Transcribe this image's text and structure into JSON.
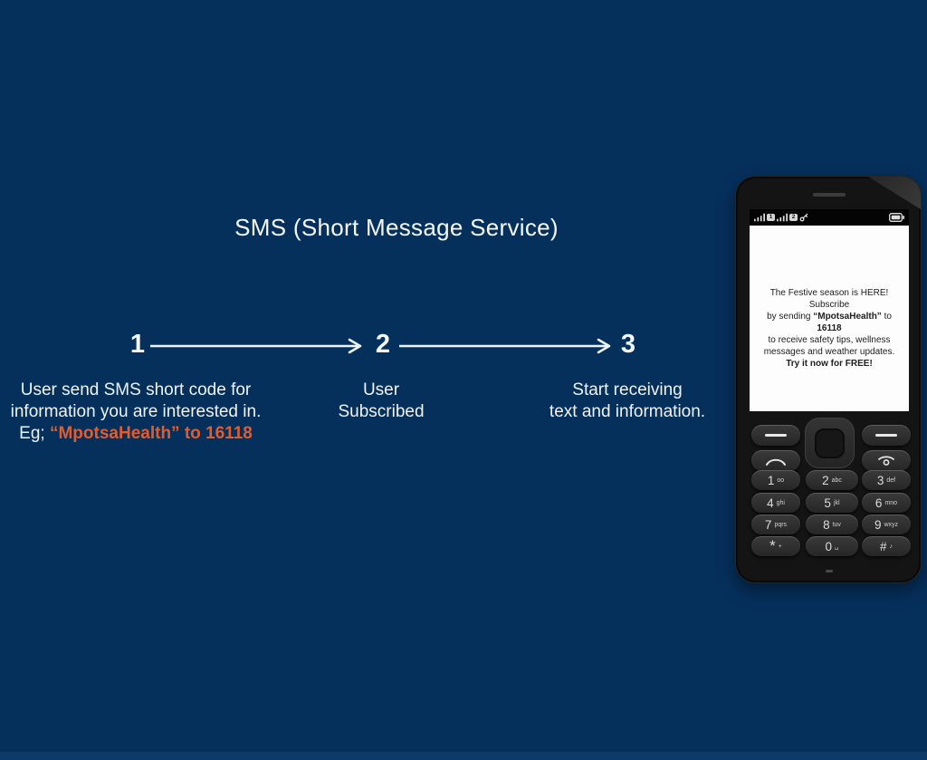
{
  "colors": {
    "background": "#06305c",
    "bottom_band": "#0c3a69",
    "accent_orange": "#e55c2c",
    "text_white": "#f2f6f9"
  },
  "title": "SMS (Short Message Service)",
  "steps": [
    {
      "number": "1",
      "lines": [
        "User send SMS short code for",
        "information you are interested in."
      ],
      "example_prefix": "Eg; ",
      "example": "“MpotsaHealth” to 16118"
    },
    {
      "number": "2",
      "lines": [
        "User",
        "Subscribed"
      ]
    },
    {
      "number": "3",
      "lines": [
        "Start receiving",
        "text and information."
      ]
    }
  ],
  "phone": {
    "statusbar": {
      "sim1": "1",
      "sim2": "2"
    },
    "screen_message": {
      "l1": "The Festive season is HERE! Subscribe",
      "l2a": "by sending ",
      "l2b": "“MpotsaHealth”",
      "l2c": " to ",
      "l2d": "16118",
      "l3": "to receive safety tips, wellness",
      "l4": "messages and weather updates.",
      "l5": "Try it now for FREE!"
    },
    "keypad": {
      "digits": [
        {
          "main": "1",
          "sub": "oo"
        },
        {
          "main": "2",
          "sub": "abc"
        },
        {
          "main": "3",
          "sub": "def"
        },
        {
          "main": "4",
          "sub": "ghi"
        },
        {
          "main": "5",
          "sub": "jkl"
        },
        {
          "main": "6",
          "sub": "mno"
        },
        {
          "main": "7",
          "sub": "pqrs"
        },
        {
          "main": "8",
          "sub": "tuv"
        },
        {
          "main": "9",
          "sub": "wxyz"
        },
        {
          "main": "*",
          "sub": "+"
        },
        {
          "main": "0",
          "sub": "␣"
        },
        {
          "main": "#",
          "sub": "♪"
        }
      ]
    }
  }
}
